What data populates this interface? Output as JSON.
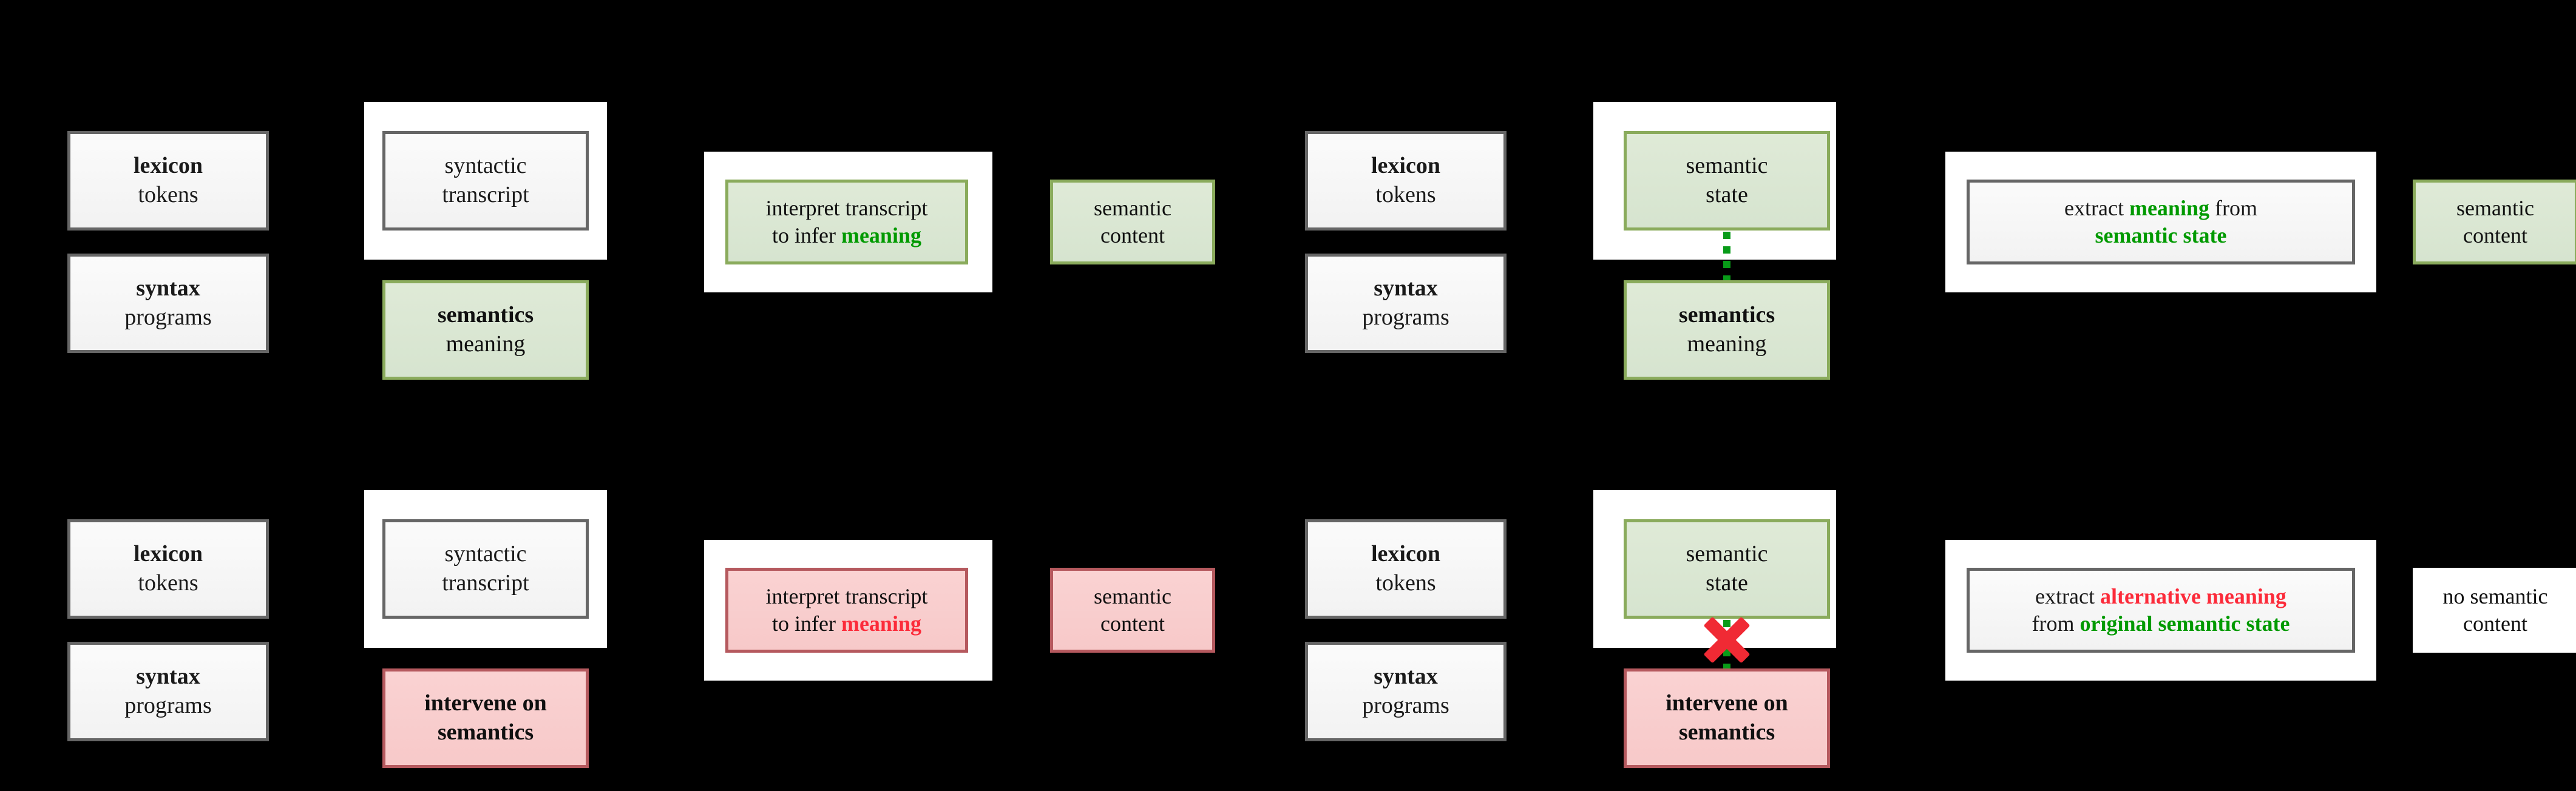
{
  "figure": {
    "background": "#000000",
    "accent_green": "#009a00",
    "accent_red": "#fc2b3a",
    "box_green_fill": "#dcE7D4",
    "box_pink_fill": "#f9cfcf",
    "box_gray_fill": "#f4f4f4"
  },
  "rows": [
    {
      "id": "observational-row",
      "groups": [
        {
          "id": "group-a",
          "nodes": {
            "lexicon": {
              "line1": "lexicon",
              "line2": "tokens"
            },
            "syntax": {
              "line1": "syntax",
              "line2": "programs"
            },
            "transcript": {
              "line1": "syntactic",
              "line2": "transcript"
            },
            "semantics": {
              "line1": "semantics",
              "line2": "meaning"
            }
          }
        },
        {
          "id": "group-b",
          "nodes": {
            "interpret": {
              "line1_plain": "interpret transcript",
              "line2_plain": "to infer ",
              "line2_accent": "meaning"
            },
            "content": {
              "line1": "semantic",
              "line2": "content"
            }
          }
        },
        {
          "id": "group-c",
          "nodes": {
            "lexicon": {
              "line1": "lexicon",
              "line2": "tokens"
            },
            "syntax": {
              "line1": "syntax",
              "line2": "programs"
            },
            "state": {
              "line1": "semantic",
              "line2": "state"
            },
            "semantics": {
              "line1": "semantics",
              "line2": "meaning"
            }
          },
          "connector": {
            "kind": "dotted-line",
            "color": "#089b18",
            "blocked": false
          }
        },
        {
          "id": "group-d",
          "nodes": {
            "extract": {
              "line1_plain": "extract ",
              "line1_accent": "meaning",
              "line1_tail": " from",
              "line2_accent": "semantic state"
            },
            "content": {
              "line1": "semantic",
              "line2": "content"
            }
          }
        }
      ]
    },
    {
      "id": "intervention-row",
      "groups": [
        {
          "id": "group-e",
          "nodes": {
            "lexicon": {
              "line1": "lexicon",
              "line2": "tokens"
            },
            "syntax": {
              "line1": "syntax",
              "line2": "programs"
            },
            "transcript": {
              "line1": "syntactic",
              "line2": "transcript"
            },
            "intervene": {
              "line1": "intervene on",
              "line2": "semantics"
            }
          }
        },
        {
          "id": "group-f",
          "nodes": {
            "interpret": {
              "line1_plain": "interpret transcript",
              "line2_plain": "to infer ",
              "line2_accent": "meaning"
            },
            "content": {
              "line1": "semantic",
              "line2": "content"
            }
          }
        },
        {
          "id": "group-g",
          "nodes": {
            "lexicon": {
              "line1": "lexicon",
              "line2": "tokens"
            },
            "syntax": {
              "line1": "syntax",
              "line2": "programs"
            },
            "state": {
              "line1": "semantic",
              "line2": "state"
            },
            "intervene": {
              "line1": "intervene on",
              "line2": "semantics"
            }
          },
          "connector": {
            "kind": "dotted-line-blocked",
            "color": "#089b18",
            "blocked": true,
            "block_icon": "x-mark-icon",
            "block_color": "#f02a34"
          }
        },
        {
          "id": "group-h",
          "nodes": {
            "extract": {
              "line1_plain": "extract ",
              "line1_accent": "alternative meaning",
              "line2_plain": "from ",
              "line2_accent": "original semantic state"
            },
            "content": {
              "line1": "no semantic",
              "line2": "content"
            }
          }
        }
      ]
    }
  ]
}
